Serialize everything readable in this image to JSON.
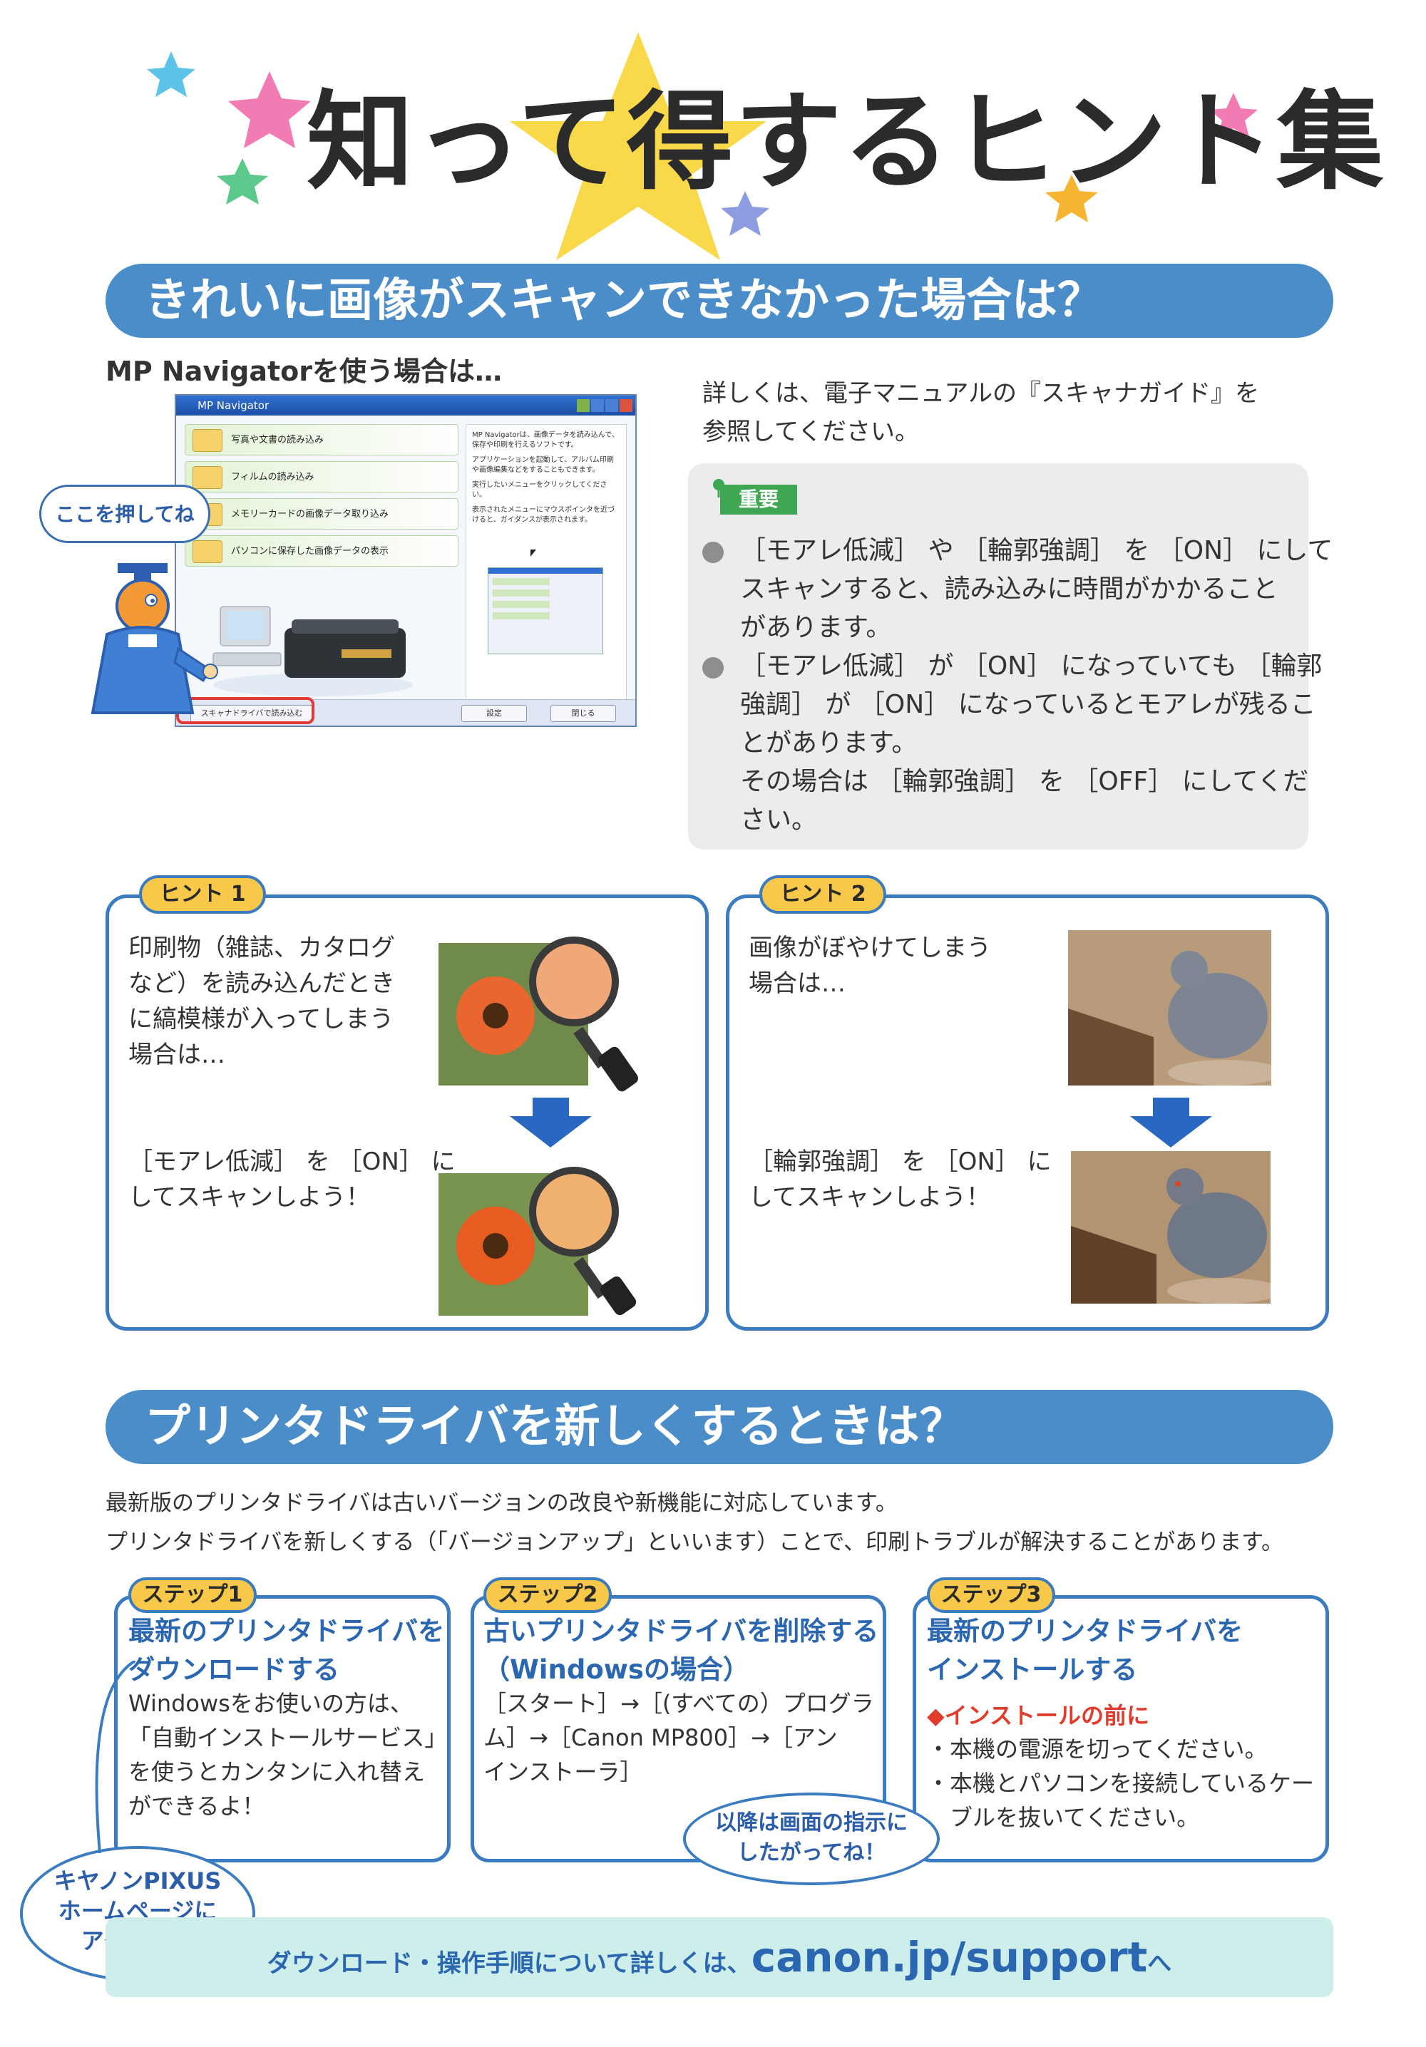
{
  "header": {
    "title": "知って得するヒント集"
  },
  "section1": {
    "title": "きれいに画像がスキャンできなかった場合は？",
    "mp_heading": "MP Navigatorを使う場合は…",
    "window": {
      "title": "MP Navigator",
      "menu_items": [
        "写真や文書の読み込み",
        "フィルムの読み込み",
        "メモリーカードの画像データ取り込み",
        "パソコンに保存した画像データの表示"
      ],
      "right_panel": [
        "MP Navigatorは、画像データを読み込んで、保存や印刷を行えるソフトです。",
        "アプリケーションを起動して、アルバム印刷や画像編集などをすることもできます。",
        "実行したいメニューをクリックしてください。",
        "表示されたメニューにマウスポインタを近づけると、ガイダンスが表示されます。"
      ],
      "buttons": {
        "scan": "スキャナドライバで読み込む",
        "settings": "設定",
        "close": "閉じる"
      }
    },
    "speech": "ここを押してね",
    "detail": [
      "詳しくは、電子マニュアルの『スキャナガイド』を",
      "参照してください。"
    ],
    "important": {
      "label": "重要",
      "items": [
        [
          "［モアレ低減］ や ［輪郭強調］ を ［ON］ にして",
          "スキャンすると、読み込みに時間がかかること",
          "があります。"
        ],
        [
          "［モアレ低減］ が ［ON］ になっていても ［輪郭",
          "強調］ が ［ON］ になっているとモアレが残るこ",
          "とがあります。",
          "その場合は ［輪郭強調］ を ［OFF］ にしてくだ",
          "さい。"
        ]
      ]
    },
    "hints": [
      {
        "tab": "ヒント 1",
        "problem": [
          "印刷物（雑誌、カタログ",
          "など）を読み込んだとき",
          "に縞模様が入ってしまう",
          "場合は…"
        ],
        "solution": [
          "［モアレ低減］ を ［ON］ に",
          "してスキャンしよう！"
        ]
      },
      {
        "tab": "ヒント 2",
        "problem": [
          "画像がぼやけてしまう",
          "場合は…"
        ],
        "solution": [
          "［輪郭強調］ を ［ON］ に",
          "してスキャンしよう！"
        ]
      }
    ]
  },
  "section2": {
    "title": "プリンタドライバを新しくするときは？",
    "intro": [
      "最新版のプリンタドライバは古いバージョンの改良や新機能に対応しています。",
      "プリンタドライバを新しくする（「バージョンアップ」といいます）ことで、印刷トラブルが解決することがあります。"
    ],
    "steps": [
      {
        "tab": "ステップ1",
        "head": [
          "最新のプリンタドライバを",
          "ダウンロードする"
        ],
        "body": [
          "Windowsをお使いの方は、",
          "「自動インストールサービス」",
          "を使うとカンタンに入れ替え",
          "ができるよ！"
        ]
      },
      {
        "tab": "ステップ2",
        "head": [
          "古いプリンタドライバを削除する",
          "（Windowsの場合）"
        ],
        "body": [
          "［スタート］→［(すべての）プログラ",
          "ム］→［Canon MP800］→［アン",
          "インストーラ］"
        ]
      },
      {
        "tab": "ステップ3",
        "head": [
          "最新のプリンタドライバを",
          "インストールする"
        ],
        "warning": "◆インストールの前に",
        "body": [
          "・本機の電源を切ってください。",
          "・本機とパソコンを接続しているケー",
          "　ブルを抜いてください。"
        ]
      }
    ],
    "cloud_left": [
      "キヤノンPIXUS",
      "ホームページに",
      "アクセス！"
    ],
    "cloud_mid": [
      "以降は画面の指示に",
      "したがってね！"
    ]
  },
  "footer": {
    "text": "ダウンロード・操作手順について詳しくは、",
    "url": "canon.jp/support",
    "suffix": "へ"
  }
}
